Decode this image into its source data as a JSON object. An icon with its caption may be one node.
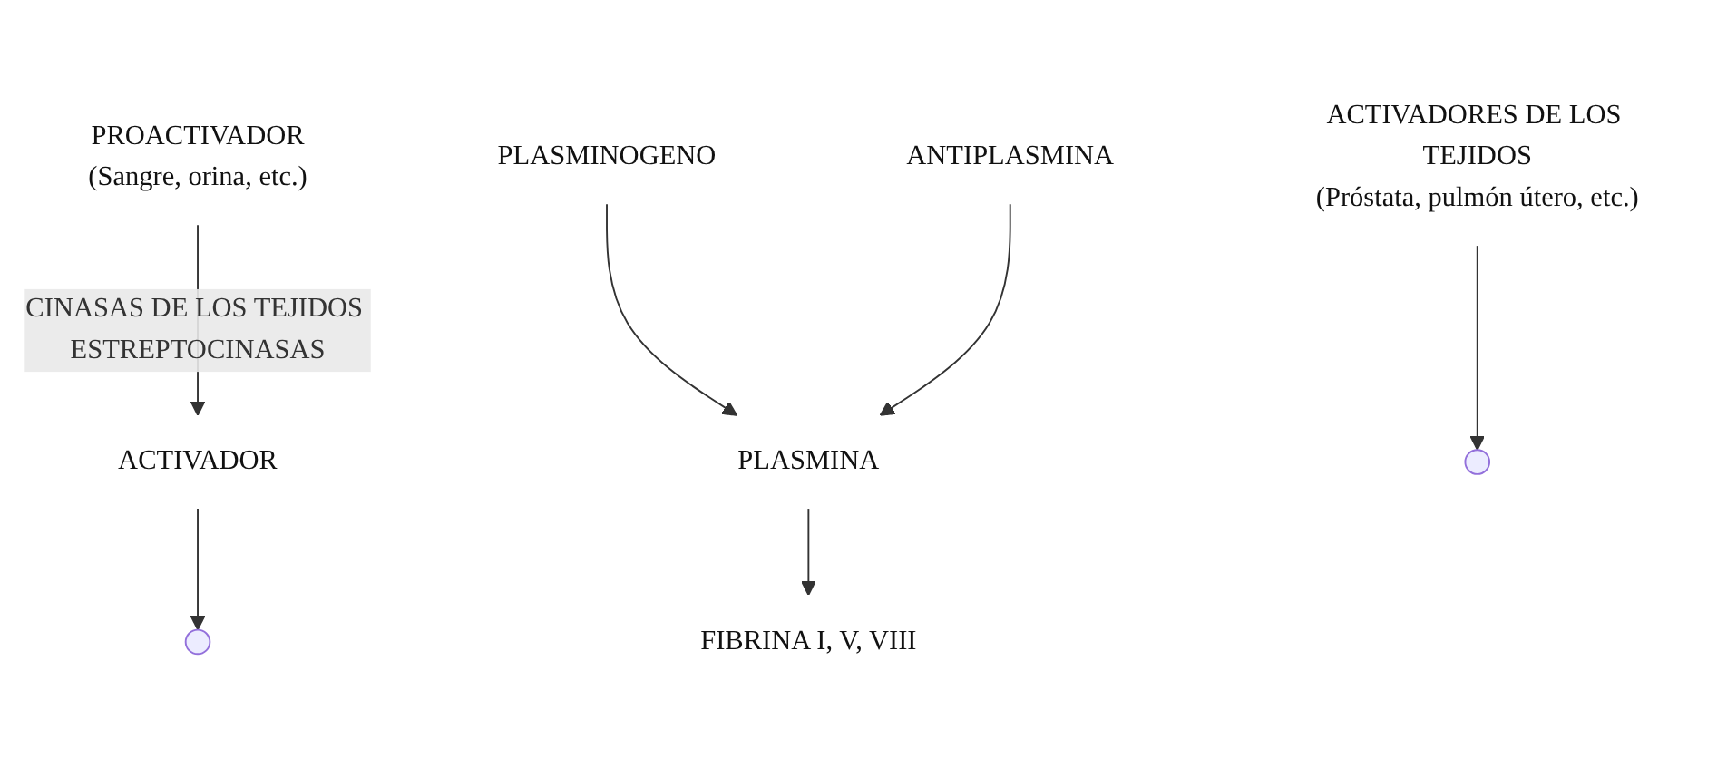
{
  "diagram": {
    "nodes": [
      {
        "text": [
          "PROACTIVADOR"
        ],
        "beside": [
          "(Sangre, orina, etc.)"
        ]
      },
      {
        "text": [
          "ACTIVADOR"
        ]
      },
      {
        "text": [
          "PLASMINOGENO"
        ]
      },
      {
        "text": [
          "PLASMINA"
        ]
      },
      {
        "text": [
          "ANTIPLASMINA"
        ]
      },
      {
        "text": [
          "ACTIVADORES DE LOS TEJIDOS",
          "(Próstata, pulmón útero, etc.)"
        ]
      },
      {
        "text": [
          "FIBRINA I, V, VIII"
        ]
      }
    ],
    "edges": [
      {
        "from": 0,
        "to": 1,
        "arrow": "to",
        "label": "CINASAS DE LOS TEJIDOS ESTREPTOCINASAS"
      },
      {
        "from": 1,
        "to": null,
        "arrow": "to"
      },
      {
        "from": 2,
        "to": 3,
        "arrow": "to"
      },
      {
        "from": 4,
        "to": 3,
        "arrow": "to"
      },
      {
        "from": 5,
        "to": null,
        "arrow": "to"
      },
      {
        "from": 3,
        "to": 6,
        "arrow": "to"
      }
    ]
  }
}
